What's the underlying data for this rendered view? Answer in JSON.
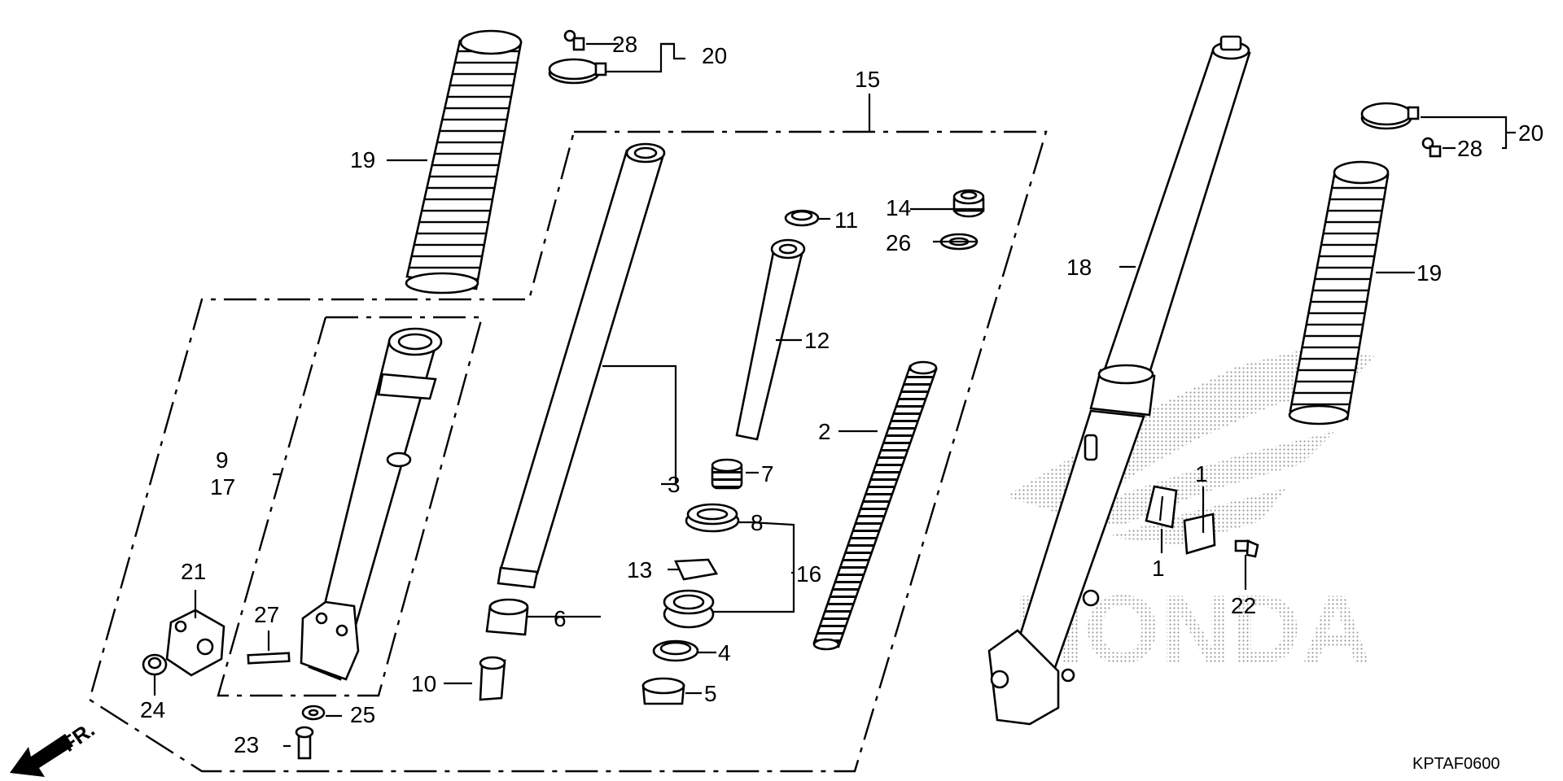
{
  "labels": {
    "l1a": "1",
    "l1b": "1",
    "l2": "2",
    "l3": "3",
    "l4": "4",
    "l5": "5",
    "l6": "6",
    "l7": "7",
    "l8": "8",
    "l9": "9",
    "l10": "10",
    "l11": "11",
    "l12": "12",
    "l13": "13",
    "l14": "14",
    "l15": "15",
    "l16": "16",
    "l17": "17",
    "l18": "18",
    "l19a": "19",
    "l19b": "19",
    "l20a": "20",
    "l20b": "20",
    "l21": "21",
    "l22": "22",
    "l23": "23",
    "l24": "24",
    "l25": "25",
    "l26": "26",
    "l27": "27",
    "l28a": "28",
    "l28b": "28"
  },
  "direction_label": "FR.",
  "watermark": "HONDA",
  "diagram_code": "KPTAF0600",
  "colors": {
    "ink": "#000000",
    "background": "#ffffff",
    "watermark_dots": "#9a9a9a"
  }
}
